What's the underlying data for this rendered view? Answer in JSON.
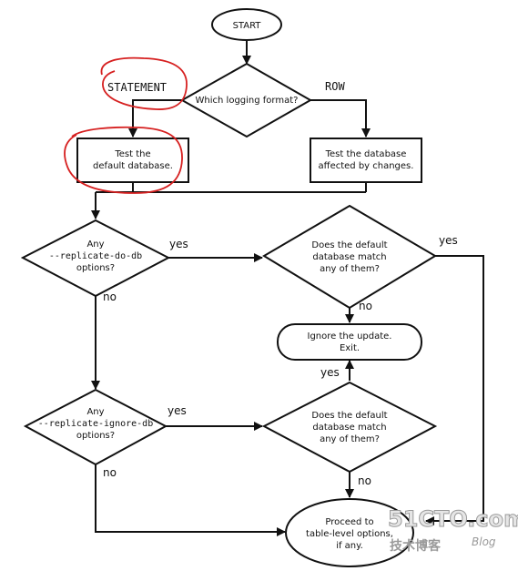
{
  "nodes": {
    "start": "START",
    "logging_q": "Which logging format?",
    "test_default": [
      "Test the",
      "default database."
    ],
    "test_affected": [
      "Test the database",
      "affected by changes."
    ],
    "do_db_q": [
      "Any",
      "--replicate-do-db",
      "options?"
    ],
    "match1_q": [
      "Does the default",
      "database match",
      "any of them?"
    ],
    "ignore_update": [
      "Ignore the update.",
      "Exit."
    ],
    "ignore_db_q": [
      "Any",
      "--replicate-ignore-db",
      "options?"
    ],
    "match2_q": [
      "Does the default",
      "database match",
      "any of them?"
    ],
    "proceed": [
      "Proceed to",
      "table-level options,",
      "if any."
    ]
  },
  "edges": {
    "statement": "STATEMENT",
    "row": "ROW",
    "yes": "yes",
    "no": "no"
  },
  "watermark": {
    "brand": "51CTO.com",
    "sub": "技术博客",
    "blog": "Blog"
  }
}
